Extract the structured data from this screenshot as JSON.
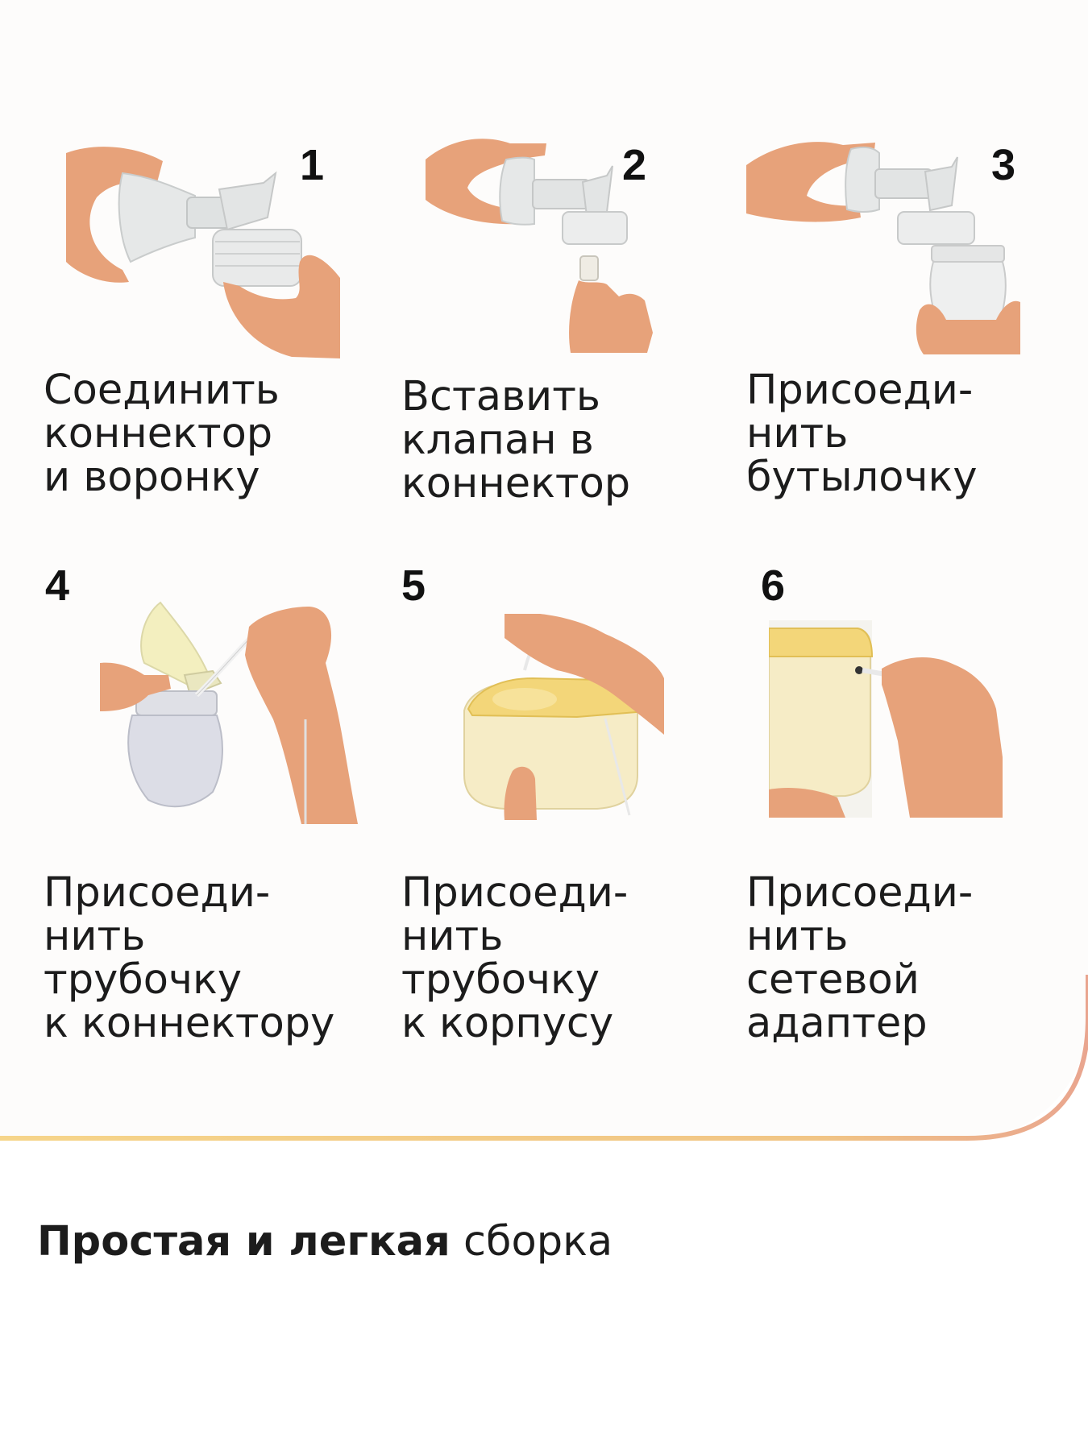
{
  "steps": [
    {
      "number": "1",
      "caption": "Соединить\nконнектор\nи воронку",
      "image": "hands-joining-funnel-and-connector"
    },
    {
      "number": "2",
      "caption": "Вставить\nклапан в\nконнектор",
      "image": "hands-inserting-valve"
    },
    {
      "number": "3",
      "caption": "Присоеди-\nнить\nбутылочку",
      "image": "hands-attaching-bottle"
    },
    {
      "number": "4",
      "caption": "Присоеди-\nнить\nтрубочку\nк коннектору",
      "image": "hands-attaching-tube-to-connector"
    },
    {
      "number": "5",
      "caption": "Присоеди-\nнить\nтрубочку\nк корпусу",
      "image": "hands-attaching-tube-to-pump-body"
    },
    {
      "number": "6",
      "caption": "Присоеди-\nнить\nсетевой\nадаптер",
      "image": "hand-plugging-power-adapter"
    }
  ],
  "footer": {
    "bold": "Простая и легкая",
    "regular": " сборка"
  },
  "colors": {
    "accent_start": "#f6d58a",
    "accent_end": "#e9a58f",
    "skin": "#e7a27a",
    "pump_body": "#f6ecc6",
    "pump_lid": "#f3d679",
    "plastic": "#e4e7e6"
  }
}
